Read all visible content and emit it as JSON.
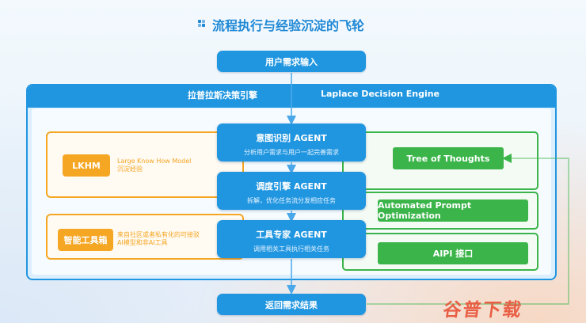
{
  "title": "流程执行与经验沉淀的飞轮",
  "input_label": "用户需求输入",
  "output_label": "返回需求结果",
  "engine": {
    "name_cn": "拉普拉斯决策引擎",
    "name_en": "Laplace Decision Engine"
  },
  "agents": [
    {
      "title": "意图识别 AGENT",
      "desc": "分析用户需求与用户一起完善需求"
    },
    {
      "title": "调度引擎 AGENT",
      "desc": "拆解，优化任务流分发相应任务"
    },
    {
      "title": "工具专家 AGENT",
      "desc": "调用相关工具执行相关任务"
    }
  ],
  "left_panels": [
    {
      "button": "LKHM",
      "text_line1": "Large Know How Model",
      "text_line2": "沉淀经验"
    },
    {
      "button": "智能工具箱",
      "text_line1": "来自社区或者私有化的可接驳",
      "text_line2": "AI模型和非AI工具"
    }
  ],
  "right_panels": [
    {
      "button": "Tree of Thoughts"
    },
    {
      "button": "Automated Prompt Optimization"
    },
    {
      "button": "AIPI 接口"
    }
  ],
  "watermark": "谷普下载",
  "colors": {
    "blue": "#2196e0",
    "orange": "#f5a623",
    "green": "#3bb54a"
  }
}
